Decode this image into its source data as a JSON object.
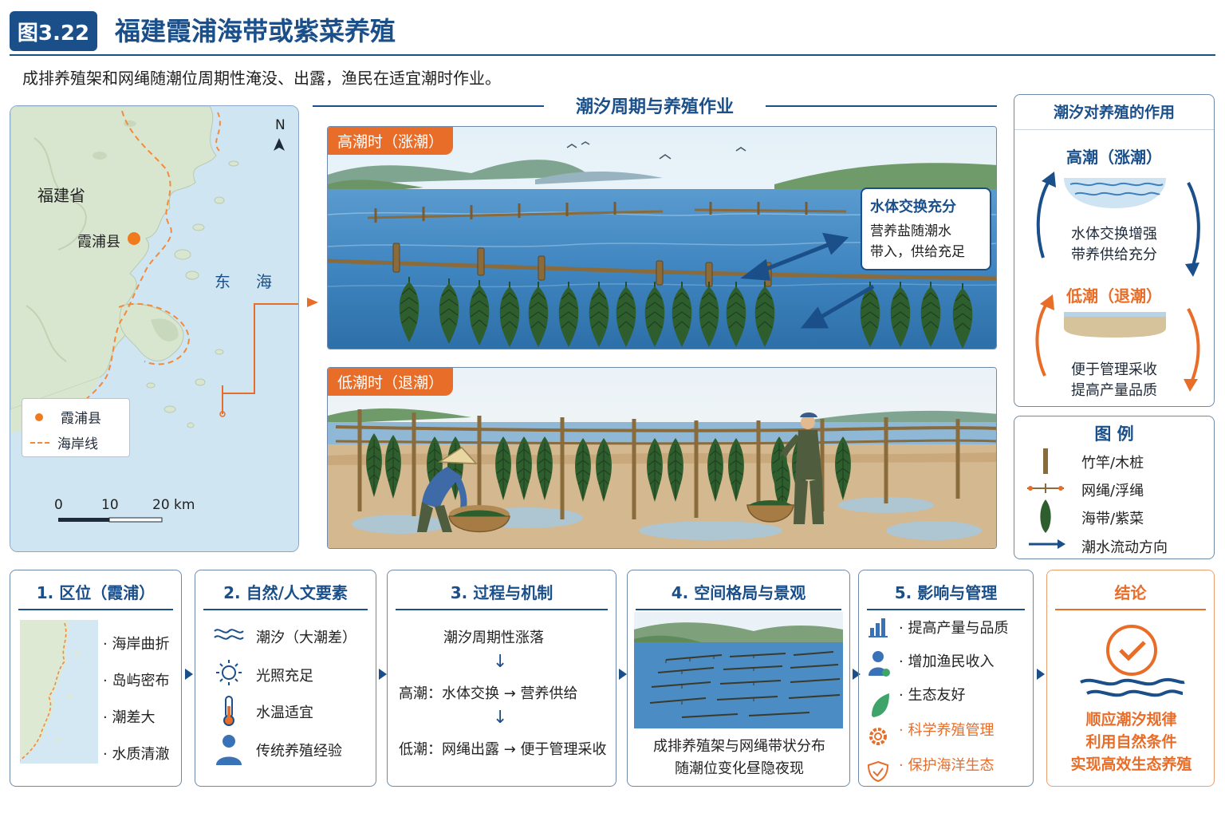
{
  "header": {
    "badge": "图3.22",
    "title": "福建霞浦海带或紫菜养殖",
    "subtitle": "成排养殖架和网绳随潮位周期性淹没、出露，渔民在适宜潮时作业。"
  },
  "map": {
    "north": "N",
    "province": "福建省",
    "county": "霞浦县",
    "sea_1": "东",
    "sea_2": "海",
    "legend_county": "霞浦县",
    "legend_coast": "海岸线",
    "scale_0": "0",
    "scale_10": "10",
    "scale_20": "20 km",
    "colors": {
      "land": "#d9e6cf",
      "sea": "#cfe6f2",
      "coast": "#f28a3c",
      "county": "#f07b1f"
    }
  },
  "center": {
    "heading": "潮汐周期与养殖作业",
    "high_tag": "高潮时（涨潮）",
    "low_tag": "低潮时（退潮）",
    "callout_title": "水体交换充分",
    "callout_line1": "营养盐随潮水",
    "callout_line2": "带入，供给充足"
  },
  "tide_effect": {
    "title": "潮汐对养殖的作用",
    "high_title": "高潮（涨潮）",
    "high_line1": "水体交换增强",
    "high_line2": "带养供给充分",
    "low_title": "低潮（退潮）",
    "low_line1": "便于管理采收",
    "low_line2": "提高产量品质"
  },
  "legend": {
    "title": "图  例",
    "items": [
      "竹竿/木桩",
      "网绳/浮绳",
      "海带/紫菜",
      "潮水流动方向"
    ]
  },
  "boxes": {
    "b1": {
      "title": "1. 区位（霞浦）",
      "items": [
        "· 海岸曲折",
        "· 岛屿密布",
        "· 潮差大",
        "· 水质清澈"
      ]
    },
    "b2": {
      "title": "2. 自然/人文要素",
      "items": [
        "潮汐（大潮差）",
        "光照充足",
        "水温适宜",
        "传统养殖经验"
      ]
    },
    "b3": {
      "title": "3. 过程与机制",
      "line1": "潮汐周期性涨落",
      "down1": "↓",
      "line2": "高潮：水体交换 → 营养供给",
      "down2": "↓",
      "line3": "低潮：网绳出露 → 便于管理采收"
    },
    "b4": {
      "title": "4. 空间格局与景观",
      "line1": "成排养殖架与网绳带状分布",
      "line2": "随潮位变化昼隐夜现"
    },
    "b5": {
      "title": "5. 影响与管理",
      "items": [
        "· 提高产量与品质",
        "· 增加渔民收入",
        "· 生态友好",
        "· 科学养殖管理",
        "· 保护海洋生态"
      ]
    },
    "b6": {
      "title": "结论",
      "line1": "顺应潮汐规律",
      "line2": "利用自然条件",
      "line3": "实现高效生态养殖"
    }
  },
  "colors": {
    "primary": "#1a4f8a",
    "accent": "#e86d28",
    "kelp": "#2f5e2e"
  }
}
